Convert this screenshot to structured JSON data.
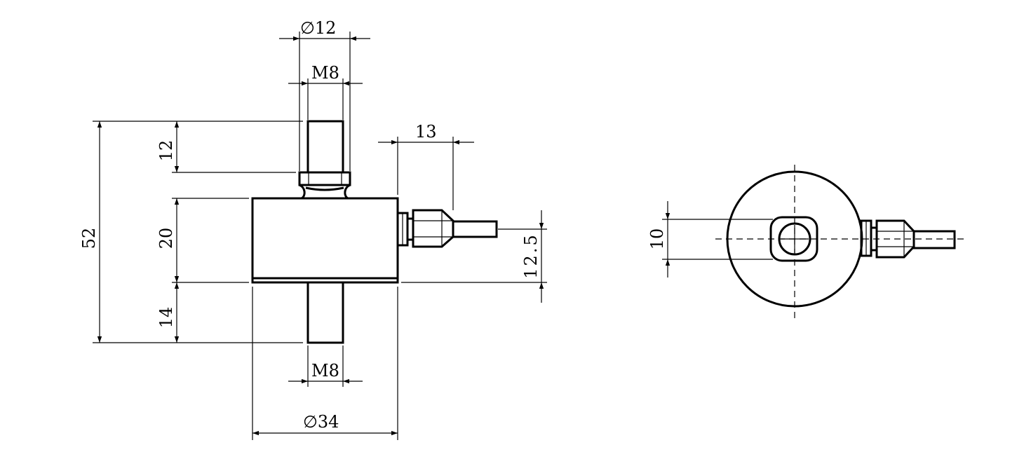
{
  "drawing": {
    "side_view": {
      "dim_top_rod_dia": "∅12",
      "dim_top_thread": "M8",
      "dim_top_stud_height": "12",
      "dim_body_height": "20",
      "dim_bottom_stud_height": "14",
      "dim_total_height": "52",
      "dim_cable_offset": "13",
      "dim_cable_height": "12.5",
      "dim_bottom_thread": "M8",
      "dim_body_dia": "∅34"
    },
    "end_view": {
      "dim_hole": "10"
    },
    "colors": {
      "line": "#000000",
      "background": "#ffffff"
    }
  }
}
